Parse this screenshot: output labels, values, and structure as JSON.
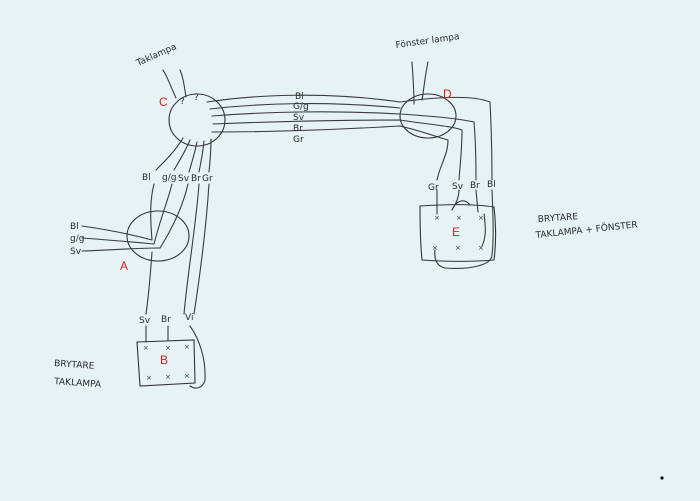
{
  "fixtures": {
    "ceiling_lamp": "Taklampa",
    "window_lamp": "Fönster lampa"
  },
  "node_labels": {
    "C": "C",
    "D": "D",
    "A": "A",
    "B": "B",
    "E": "E"
  },
  "question_marks": [
    "?",
    "?"
  ],
  "cable_c_d_wires": [
    "Bl",
    "G/g",
    "Sv",
    "Br",
    "Gr"
  ],
  "cable_c_a_wires": [
    "Bl",
    "g/g",
    "Sv",
    "Br",
    "Gr"
  ],
  "incoming_wires": [
    "Bl",
    "g/g",
    "Sv"
  ],
  "switch_b_wires": [
    "Sv",
    "Br",
    "Vi"
  ],
  "switch_e_wires": [
    "Gr",
    "Sv",
    "Br",
    "Bl"
  ],
  "switch_b_caption": [
    "BRYTARE",
    "TAKLAMPA"
  ],
  "switch_e_caption": [
    "BRYTARE",
    "TAKLAMPA + FÖNSTER"
  ]
}
